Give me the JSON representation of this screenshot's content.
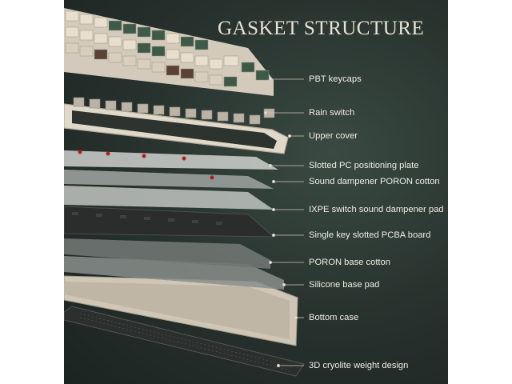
{
  "heading": "GASKET STRUCTURE",
  "layers": [
    "PBT keycaps",
    "Rain switch",
    "Upper cover",
    "Slotted PC positioning plate",
    "Sound dampener PORON cotton",
    "IXPE switch sound dampener pad",
    "Single key slotted PCBA board",
    "PORON base cotton",
    "Silicone base pad",
    "Bottom case",
    "3D cryolite weight design"
  ],
  "colors": {
    "background": "#26302c",
    "keycap_cream": "#e8dfcf",
    "keycap_green": "#3d5a48",
    "keycap_brown": "#5a4236",
    "case_cream": "#d8d0c0",
    "text": "#f0ece3"
  }
}
